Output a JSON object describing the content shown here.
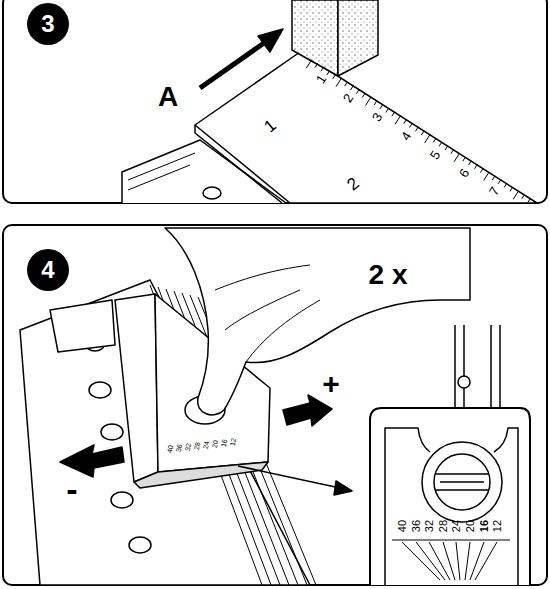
{
  "diagram": {
    "nodes": [
      {
        "text": [
          "3"
        ]
      },
      {
        "text": [
          "4"
        ]
      }
    ],
    "labels": [
      "A",
      "1",
      "2",
      "3",
      "4",
      "5",
      "6",
      "7",
      "1",
      "2",
      "2 x",
      "+",
      "-",
      "40",
      "36",
      "32",
      "28",
      "24",
      "20",
      "16",
      "12",
      "40",
      "36",
      "32",
      "28",
      "24",
      "20",
      "16",
      "12"
    ]
  }
}
